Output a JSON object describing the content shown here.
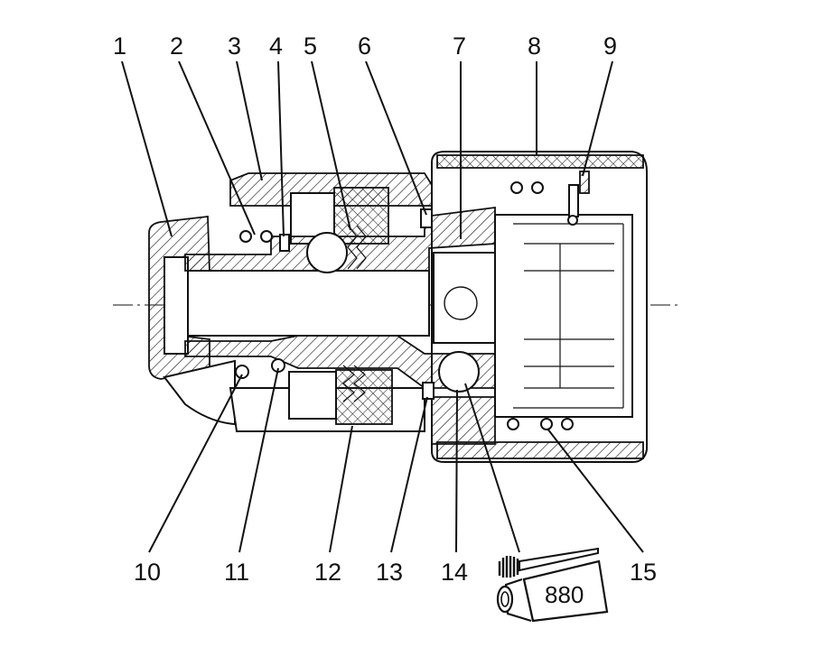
{
  "callouts": [
    {
      "num": "1"
    },
    {
      "num": "2"
    },
    {
      "num": "3"
    },
    {
      "num": "4"
    },
    {
      "num": "5"
    },
    {
      "num": "6"
    },
    {
      "num": "7"
    },
    {
      "num": "8"
    },
    {
      "num": "9"
    },
    {
      "num": "10"
    },
    {
      "num": "11"
    },
    {
      "num": "12"
    },
    {
      "num": "13"
    },
    {
      "num": "14"
    },
    {
      "num": "15"
    }
  ],
  "grease_tube": {
    "label": "880"
  }
}
